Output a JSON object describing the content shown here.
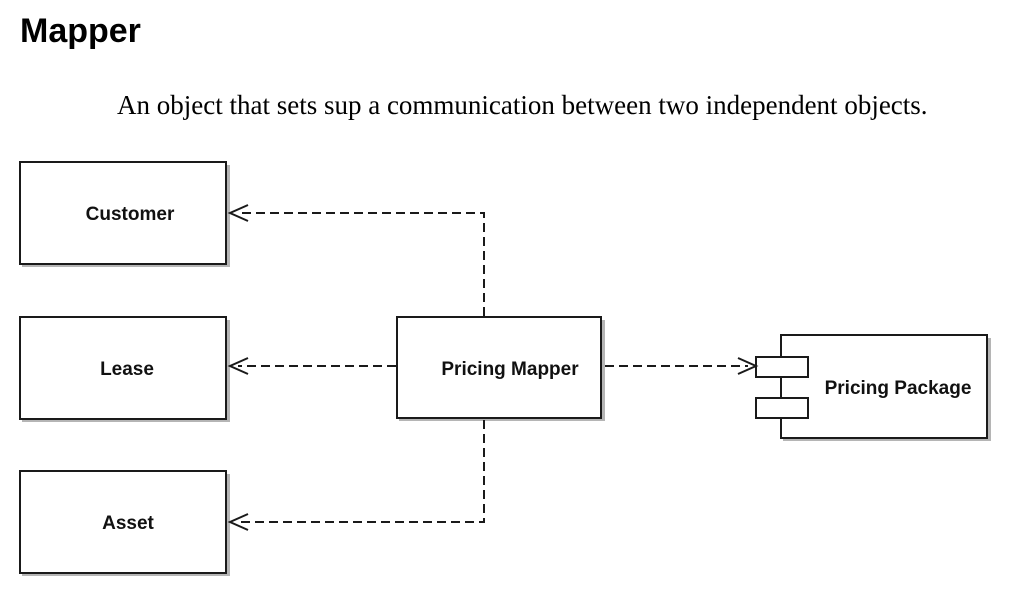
{
  "page": {
    "title": "Mapper",
    "description": "An object that sets sup a communication between two independent objects."
  },
  "diagram": {
    "nodes": {
      "customer": "Customer",
      "lease": "Lease",
      "asset": "Asset",
      "mapper": "Pricing Mapper",
      "package": "Pricing Package"
    },
    "edges": [
      {
        "from": "Pricing Mapper",
        "to": "Customer",
        "style": "dashed"
      },
      {
        "from": "Pricing Mapper",
        "to": "Lease",
        "style": "dashed"
      },
      {
        "from": "Pricing Mapper",
        "to": "Asset",
        "style": "dashed"
      },
      {
        "from": "Pricing Mapper",
        "to": "Pricing Package",
        "style": "dashed"
      }
    ],
    "colors": {
      "stroke": "#1a1a1a",
      "shadow": "#b5b5b5"
    }
  }
}
